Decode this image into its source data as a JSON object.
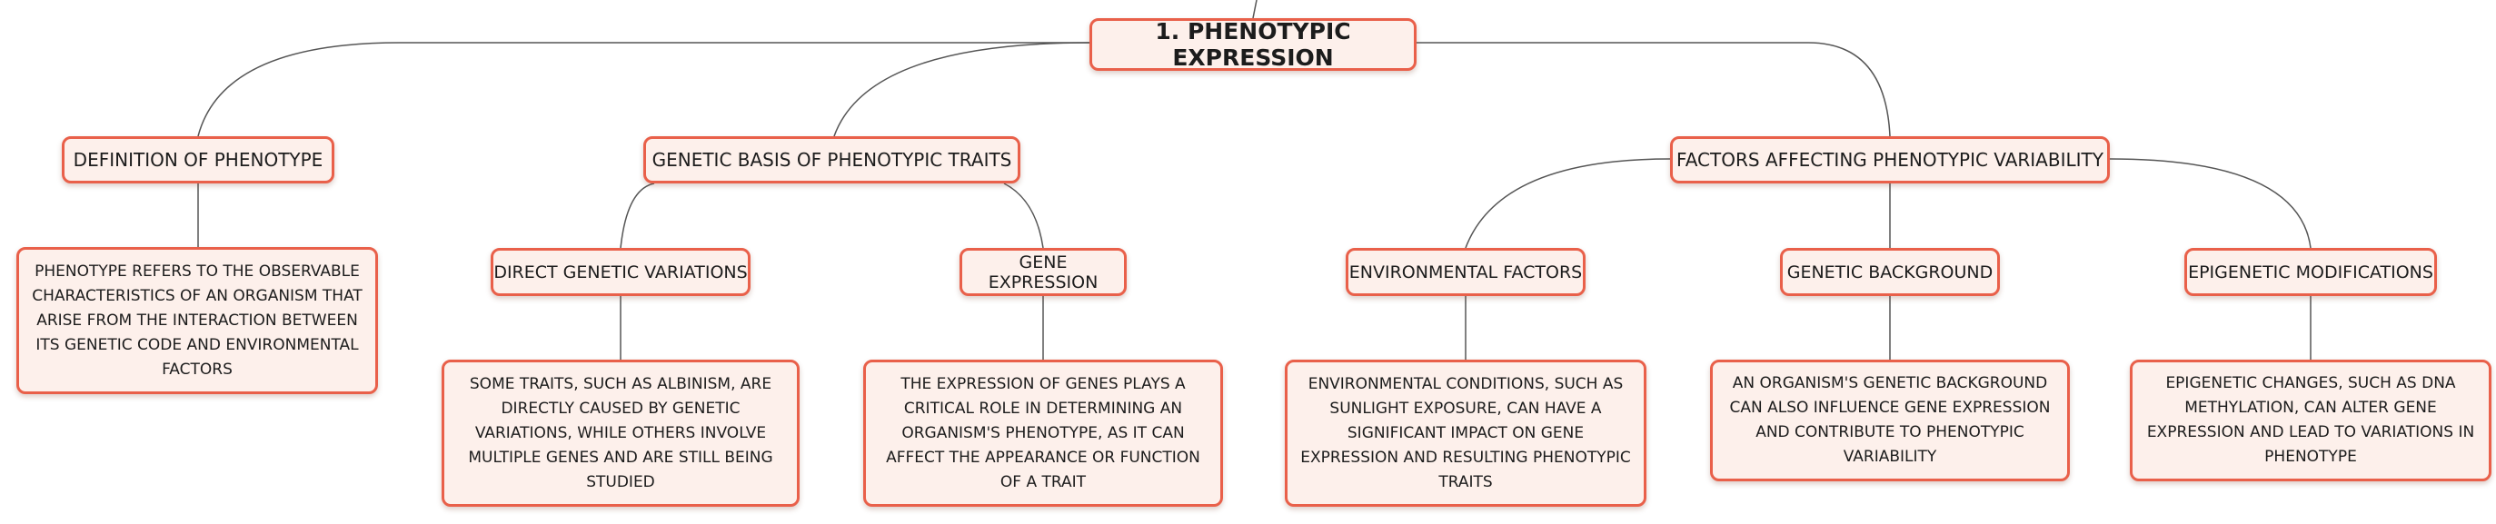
{
  "diagram": {
    "root": {
      "label": "1. PHENOTYPIC EXPRESSION"
    },
    "branches": [
      {
        "label": "DEFINITION OF PHENOTYPE",
        "detail": "PHENOTYPE REFERS TO THE OBSERVABLE CHARACTERISTICS OF AN ORGANISM THAT ARISE FROM THE INTERACTION BETWEEN ITS GENETIC CODE AND ENVIRONMENTAL FACTORS"
      },
      {
        "label": "GENETIC BASIS OF PHENOTYPIC TRAITS",
        "children": [
          {
            "label": "DIRECT GENETIC VARIATIONS",
            "detail": "SOME TRAITS, SUCH AS ALBINISM, ARE DIRECTLY CAUSED BY GENETIC VARIATIONS, WHILE OTHERS INVOLVE MULTIPLE GENES AND ARE STILL BEING STUDIED"
          },
          {
            "label": "GENE EXPRESSION",
            "detail": "THE EXPRESSION OF GENES PLAYS A CRITICAL ROLE IN DETERMINING AN ORGANISM'S PHENOTYPE, AS IT CAN AFFECT THE APPEARANCE OR FUNCTION OF A TRAIT"
          }
        ]
      },
      {
        "label": "FACTORS AFFECTING PHENOTYPIC VARIABILITY",
        "children": [
          {
            "label": "ENVIRONMENTAL FACTORS",
            "detail": "ENVIRONMENTAL CONDITIONS, SUCH AS SUNLIGHT EXPOSURE, CAN HAVE A SIGNIFICANT IMPACT ON GENE EXPRESSION AND RESULTING PHENOTYPIC TRAITS"
          },
          {
            "label": "GENETIC BACKGROUND",
            "detail": "AN ORGANISM'S GENETIC BACKGROUND CAN ALSO INFLUENCE GENE EXPRESSION AND CONTRIBUTE TO PHENOTYPIC VARIABILITY"
          },
          {
            "label": "EPIGENETIC MODIFICATIONS",
            "detail": "EPIGENETIC CHANGES, SUCH AS DNA METHYLATION, CAN ALTER GENE EXPRESSION AND LEAD TO VARIATIONS IN PHENOTYPE"
          }
        ]
      }
    ]
  },
  "colors": {
    "border": "#e9604a",
    "fill": "#fdf0eb",
    "line": "#555555"
  }
}
